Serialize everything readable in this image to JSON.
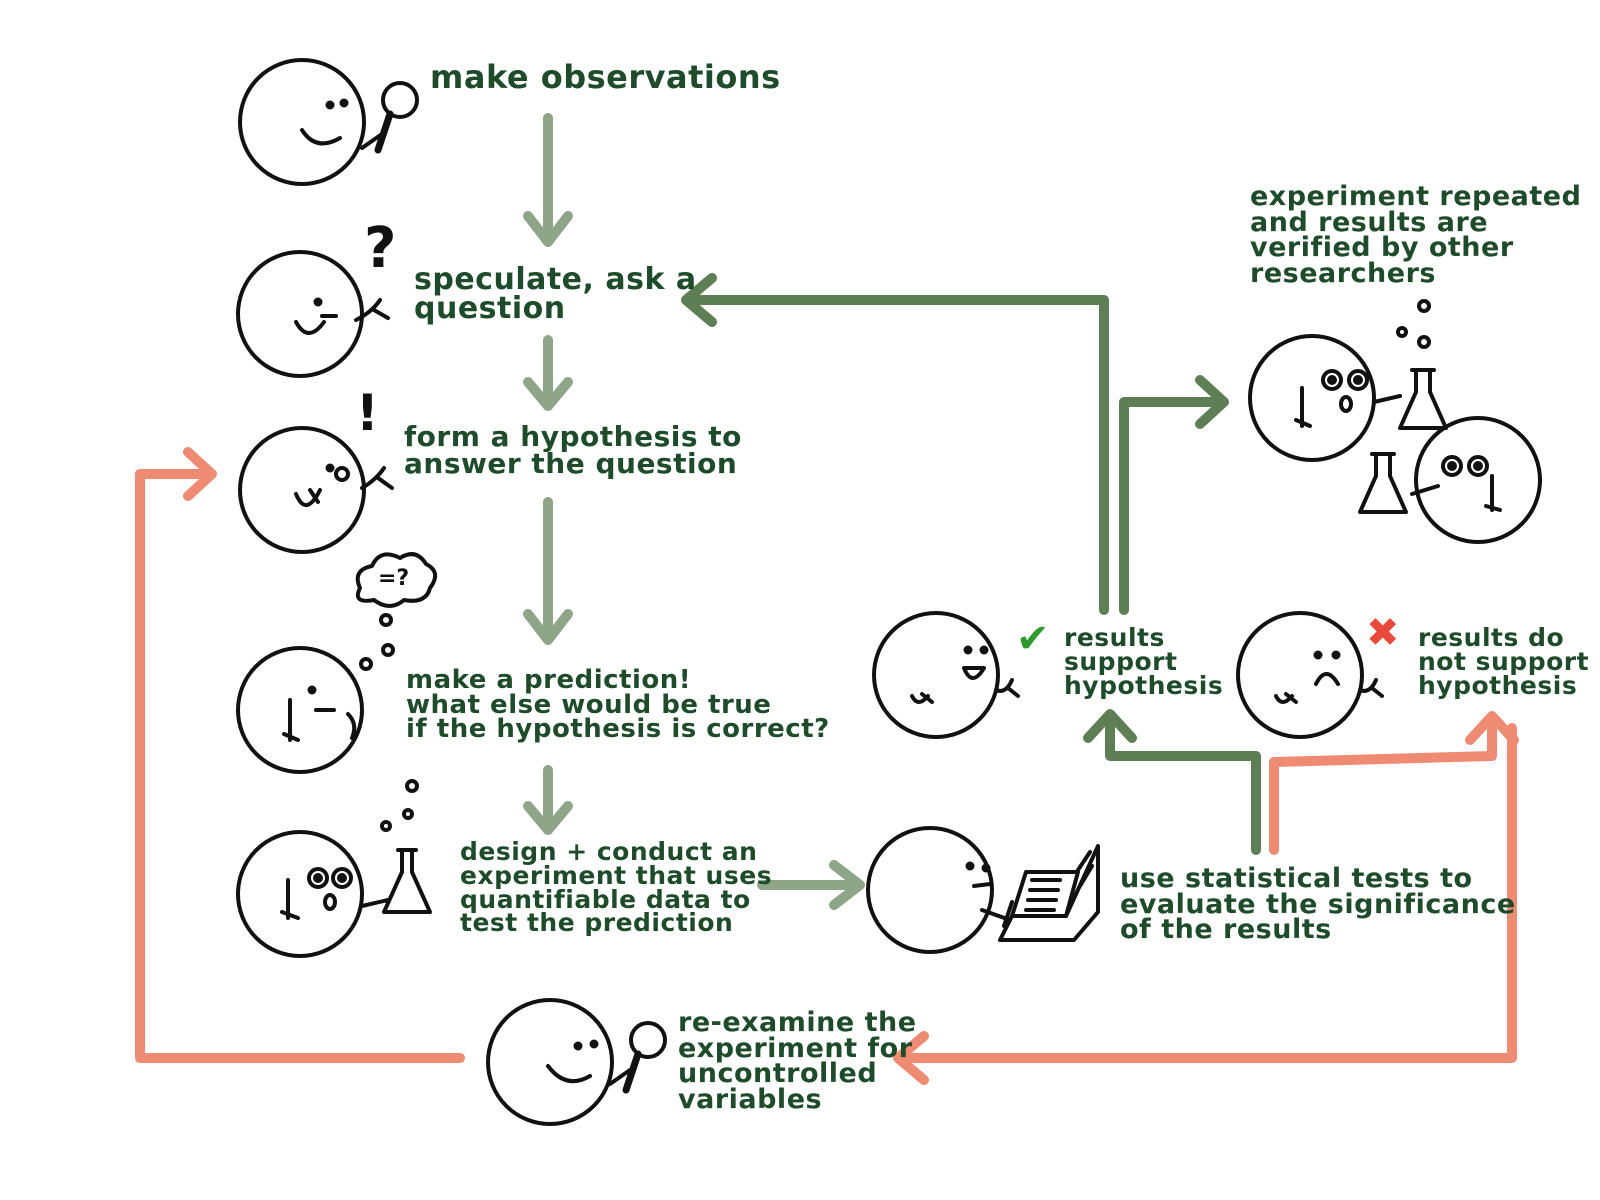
{
  "colors": {
    "dark_green": "#1e4b2a",
    "mid_green": "#5e7f55",
    "light_green": "#8ea588",
    "salmon": "#ef8a73",
    "check_green": "#2e9a2e",
    "cross_red": "#e8493a",
    "ink": "#111111"
  },
  "steps": {
    "observe": {
      "line1": "make observations"
    },
    "question": {
      "line1": "speculate, ask a",
      "line2": "question"
    },
    "hypothesis": {
      "line1": "form a hypothesis to",
      "line2": "answer the question"
    },
    "prediction": {
      "line1": "make a prediction!",
      "line2": "what else would be true",
      "line3": "if the hypothesis is correct?"
    },
    "experiment": {
      "line1": "design + conduct an",
      "line2": "experiment that uses",
      "line3": "quantifiable data to",
      "line4": "test the prediction"
    },
    "statistics": {
      "line1": "use statistical tests to",
      "line2": "evaluate the significance",
      "line3": "of the results"
    },
    "support": {
      "line1": "results",
      "line2": "support",
      "line3": "hypothesis"
    },
    "no_support": {
      "line1": "results do",
      "line2": "not support",
      "line3": "hypothesis"
    },
    "verified": {
      "line1": "experiment repeated",
      "line2": "and results are",
      "line3": "verified by other",
      "line4": "researchers"
    },
    "reexamine": {
      "line1": "re-examine the",
      "line2": "experiment for",
      "line3": "uncontrolled",
      "line4": "variables"
    }
  },
  "symbols": {
    "question_mark": "?",
    "exclamation": "!",
    "thought": "=?",
    "check": "✔",
    "cross": "✖"
  },
  "icons": [
    "magnifier-icon",
    "question-mark-icon",
    "exclamation-icon",
    "thought-bubble-icon",
    "flask-icon",
    "laptop-icon",
    "checkmark-icon",
    "cross-icon"
  ]
}
